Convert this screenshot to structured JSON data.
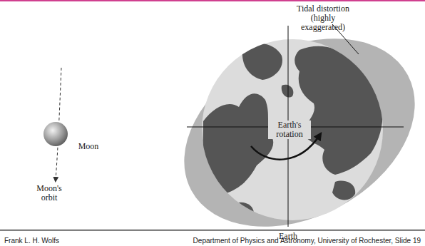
{
  "diagram": {
    "labels": [
      "Tidal distortion (highly exaggerated)",
      "Moon",
      "Moon's orbit",
      "Earth's rotation",
      "Earth",
      "Frank L. H. Wolfs",
      "Department of Physics and Astronomy, University of Rochester, Slide 19"
    ]
  }
}
